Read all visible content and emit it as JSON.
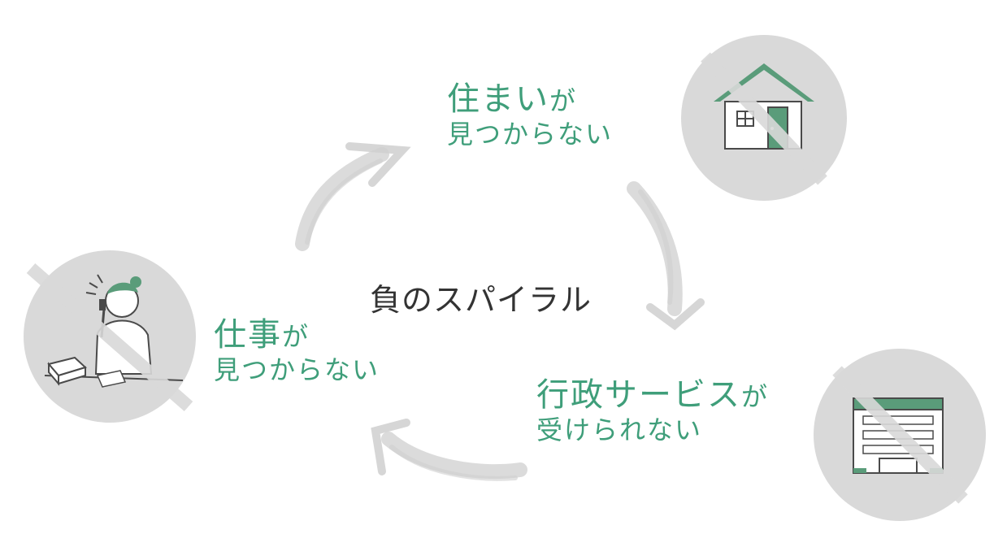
{
  "center": {
    "title": "負のスパイラル"
  },
  "nodes": [
    {
      "id": "housing",
      "line1": "住まい",
      "line1_suffix": "が",
      "line2": "見つからない",
      "icon": "house-icon"
    },
    {
      "id": "government",
      "line1": "行政サービス",
      "line1_suffix": "が",
      "line2": "受けられない",
      "icon": "building-icon"
    },
    {
      "id": "job",
      "line1": "仕事",
      "line1_suffix": "が",
      "line2": "見つからない",
      "icon": "worried-woman-icon"
    }
  ],
  "colors": {
    "accent": "#3f9e7a",
    "circle": "#d9d9d9",
    "arrow": "#cfcfcf",
    "text": "#333333"
  }
}
